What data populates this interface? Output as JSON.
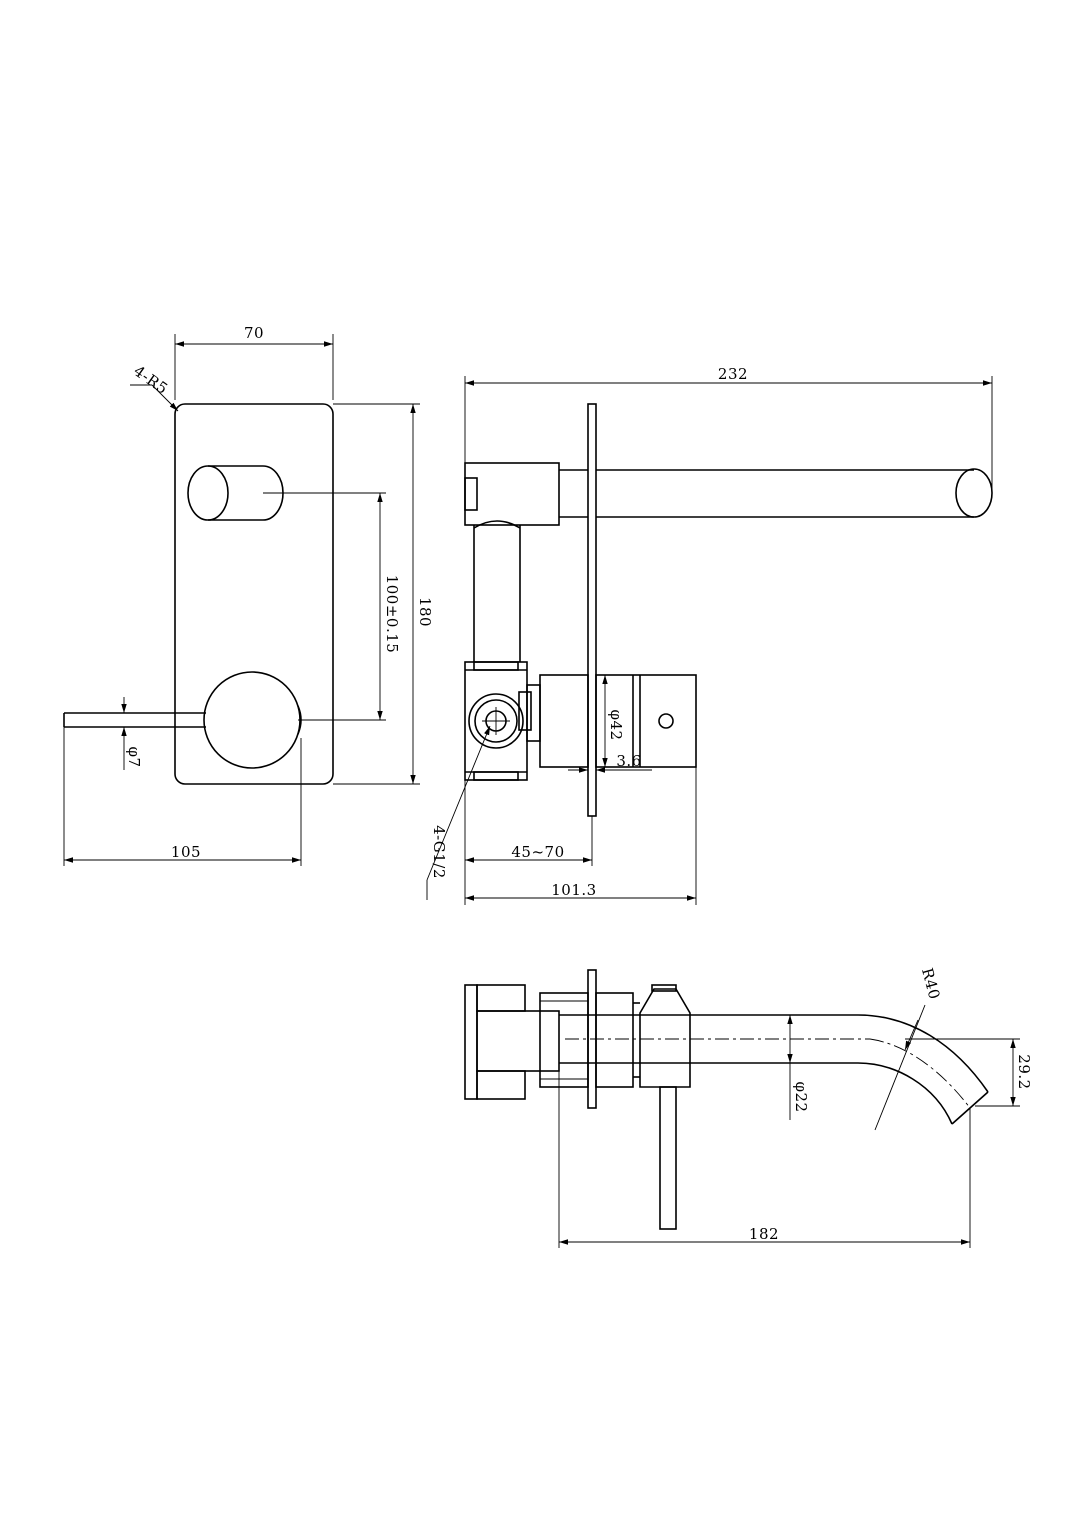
{
  "drawing": {
    "line_color": "#000000",
    "background": "#ffffff",
    "front_view": {
      "width_label": "70",
      "corner_label": "4-R5",
      "height_label": "180",
      "spacing_label": "100±0.15",
      "lever_dia_label": "φ7",
      "overall_label": "105"
    },
    "side_view": {
      "length_label": "232",
      "body_dia_label": "φ42",
      "plate_label": "3.6",
      "thread_label": "4-G1/2",
      "depth_label": "45~70",
      "total_depth_label": "101.3"
    },
    "top_view": {
      "radius_label": "R40",
      "drop_label": "29.2",
      "spout_dia_label": "φ22",
      "reach_label": "182"
    }
  }
}
